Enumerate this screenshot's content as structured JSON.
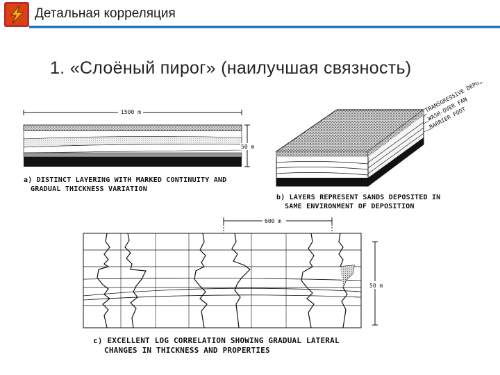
{
  "header": {
    "title": "Детальная корреляция",
    "accent_color": "#1f6fb8",
    "logo_colors": [
      "#c62828",
      "#f4a81d"
    ]
  },
  "slide": {
    "title": "1. «Слоёный пирог» (наилучшая связность)"
  },
  "figure_a": {
    "width_label": "1500 m",
    "thickness_label": "50 m",
    "caption_line1": "a) DISTINCT LAYERING WITH MARKED CONTINUITY AND",
    "caption_line2": "GRADUAL THICKNESS VARIATION"
  },
  "figure_b": {
    "labels": [
      "TRANSGRESSIVE DEPOSIT",
      "WASH-OVER FAN",
      "BARRIER FOOT"
    ],
    "caption_line1": "b) LAYERS REPRESENT SANDS DEPOSITED IN",
    "caption_line2": "SAME ENVIRONMENT OF DEPOSITION"
  },
  "figure_c": {
    "width_label": "600 m",
    "thickness_label": "50 m",
    "caption_line1": "c) EXCELLENT LOG CORRELATION SHOWING GRADUAL LATERAL",
    "caption_line2": "CHANGES IN THICKNESS AND PROPERTIES"
  }
}
